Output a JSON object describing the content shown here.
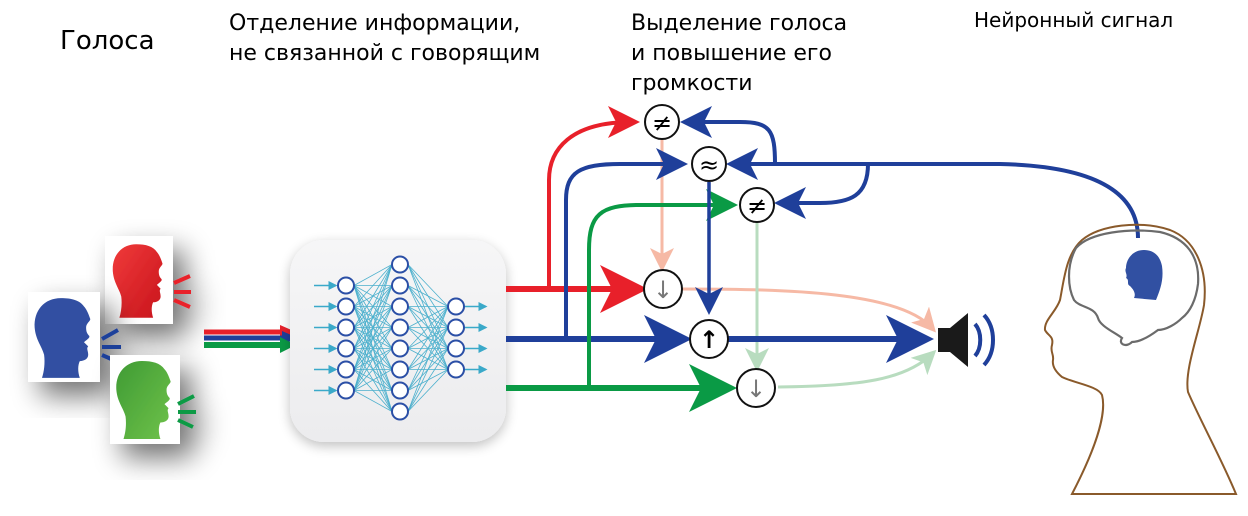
{
  "labels": {
    "voices": "Голоса",
    "separation": "Отделение информации,\nне связанной с говорящим",
    "selection": "Выделение голоса\nи повышение его\nгромкости",
    "neural_signal": "Нейронный сигнал"
  },
  "colors": {
    "red_speaker": "#e8202a",
    "blue_speaker": "#1f3f9a",
    "green_speaker": "#0a9a45",
    "red_faded": "#f6b9a5",
    "green_faded": "#b8dcbf",
    "network": "#3aa9c9",
    "node_stroke": "#2b4fa6",
    "head_outline": "#8a5a2b",
    "brain_outline": "#6b6b6b"
  },
  "speakers": [
    {
      "name": "red-speaker",
      "color": "red"
    },
    {
      "name": "blue-speaker",
      "color": "blue"
    },
    {
      "name": "green-speaker",
      "color": "green"
    }
  ],
  "network_layers": [
    6,
    8,
    4
  ],
  "operators": {
    "compare_red": "≠",
    "compare_blue": "≈",
    "compare_green": "≠",
    "attenuate_red": "↓",
    "amplify_blue": "↑",
    "attenuate_green": "↓"
  }
}
